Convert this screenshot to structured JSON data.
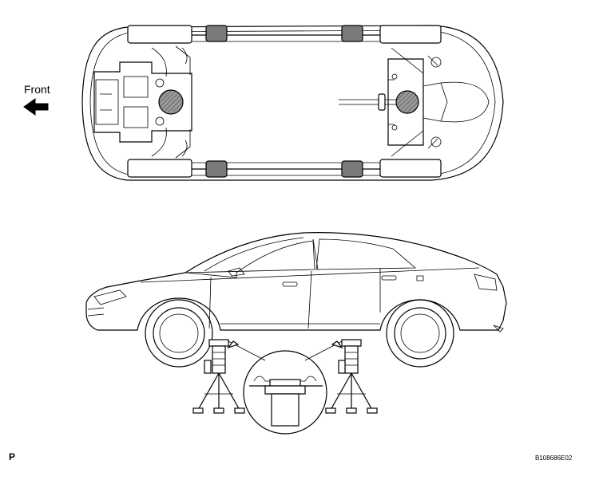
{
  "labels": {
    "front": "Front",
    "figure_code": "B108686E02",
    "page_marker": "P"
  },
  "icons": {
    "front_direction": "arrow-left-icon"
  },
  "colors": {
    "line": "#000000",
    "jack_point_fill": "#7a7a7a",
    "background": "#ffffff"
  }
}
